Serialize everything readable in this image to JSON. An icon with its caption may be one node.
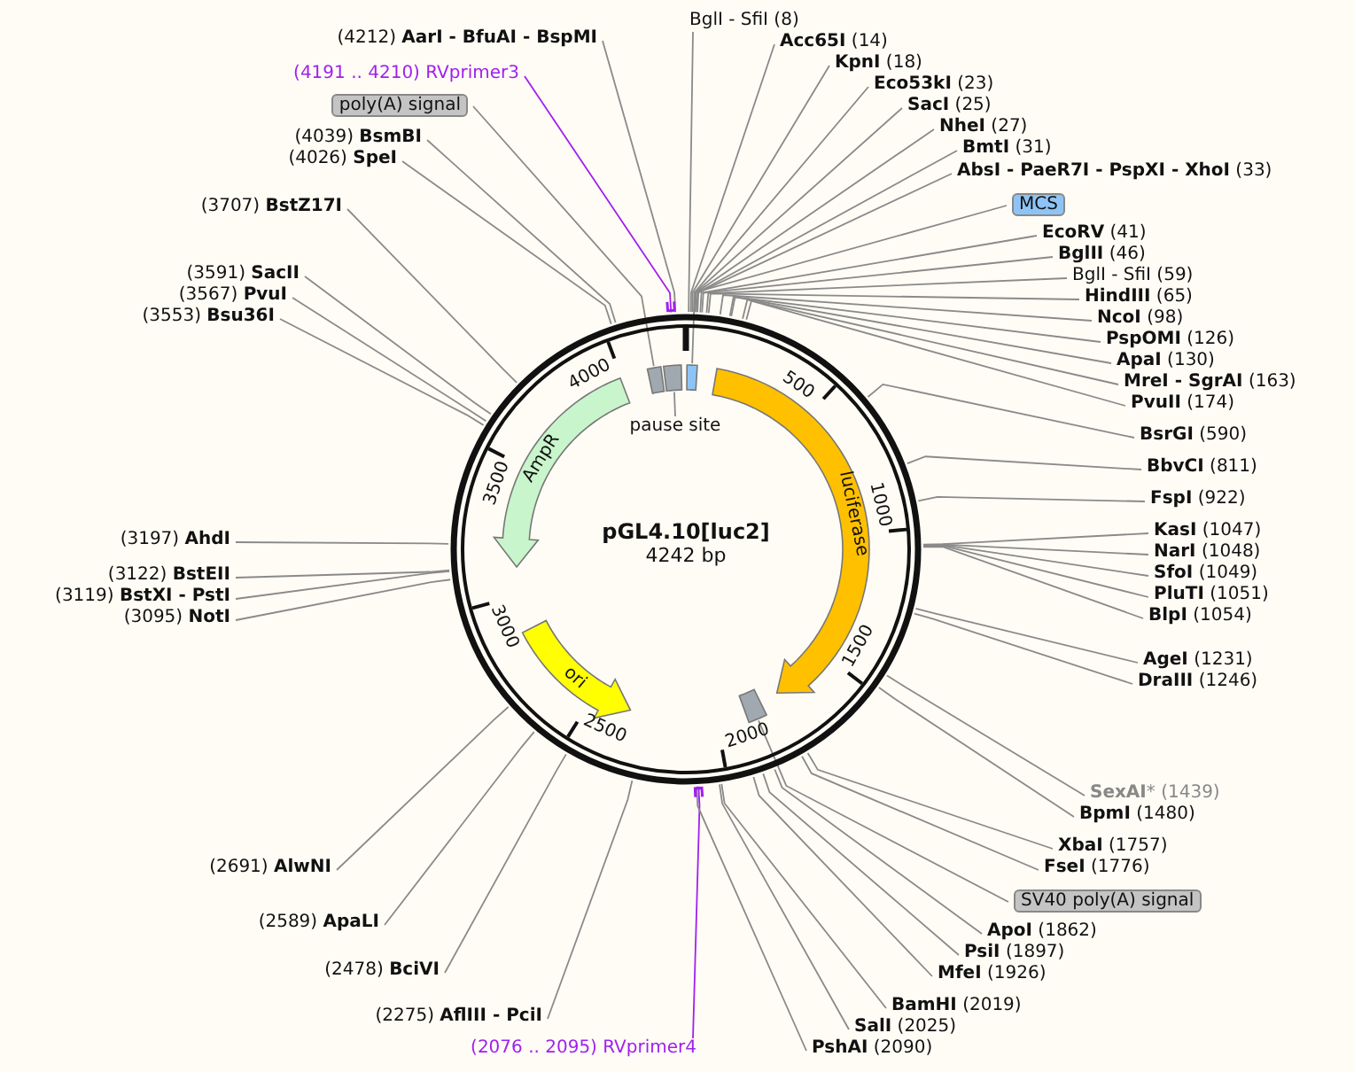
{
  "diagram": {
    "nodes": [
      {
        "text": [
          "(4212) **AarI - BfuAI - BspMI**"
        ]
      },
      {
        "text": [
          "(4191 .. 4210) RVprimer3"
        ]
      },
      {
        "text": [
          "poly(A) signal"
        ]
      },
      {
        "text": [
          "(4039) **BsmBI**"
        ]
      },
      {
        "text": [
          "(4026) **SpeI**"
        ]
      },
      {
        "text": [
          "(3707) **BstZ17I**"
        ]
      },
      {
        "text": [
          "(3591) **SacII**"
        ]
      },
      {
        "text": [
          "(3567) **PvuI**"
        ]
      },
      {
        "text": [
          "(3553) **Bsu36I**"
        ]
      },
      {
        "text": [
          "(3197) **AhdI**"
        ]
      },
      {
        "text": [
          "(3122) **BstEII**"
        ]
      },
      {
        "text": [
          "(3119) **BstXI - PstI**"
        ]
      },
      {
        "text": [
          "(3095) **NotI**"
        ]
      },
      {
        "text": [
          "(2691) **AlwNI**"
        ]
      },
      {
        "text": [
          "(2589) **ApaLI**"
        ]
      },
      {
        "text": [
          "(2478) **BciVI**"
        ]
      },
      {
        "text": [
          "(2275) **AflIII - PciI**"
        ]
      },
      {
        "text": [
          "(2076 .. 2095) RVprimer4"
        ]
      },
      {
        "text": [
          "BglI - SfiI (8)"
        ]
      },
      {
        "text": [
          "**Acc65I** (14)"
        ]
      },
      {
        "text": [
          "**KpnI** (18)"
        ]
      },
      {
        "text": [
          "**Eco53kI** (23)"
        ]
      },
      {
        "text": [
          "**SacI** (25)"
        ]
      },
      {
        "text": [
          "**NheI** (27)"
        ]
      },
      {
        "text": [
          "**BmtI** (31)"
        ]
      },
      {
        "text": [
          "**AbsI - PaeR7I - PspXI - XhoI** (33)"
        ]
      },
      {
        "text": [
          "MCS"
        ]
      },
      {
        "text": [
          "**EcoRV** (41)"
        ]
      },
      {
        "text": [
          "**BglII** (46)"
        ]
      },
      {
        "text": [
          "BglI - SfiI (59)"
        ]
      },
      {
        "text": [
          "**HindIII** (65)"
        ]
      },
      {
        "text": [
          "**NcoI** (98)"
        ]
      },
      {
        "text": [
          "**PspOMI** (126)"
        ]
      },
      {
        "text": [
          "**ApaI** (130)"
        ]
      },
      {
        "text": [
          "**MreI - SgrAI** (163)"
        ]
      },
      {
        "text": [
          "**PvuII** (174)"
        ]
      },
      {
        "text": [
          "**BsrGI** (590)"
        ]
      },
      {
        "text": [
          "**BbvCI** (811)"
        ]
      },
      {
        "text": [
          "**FspI** (922)"
        ]
      },
      {
        "text": [
          "**KasI** (1047)"
        ]
      },
      {
        "text": [
          "**NarI** (1048)"
        ]
      },
      {
        "text": [
          "**SfoI** (1049)"
        ]
      },
      {
        "text": [
          "**PluTI** (1051)"
        ]
      },
      {
        "text": [
          "**BlpI** (1054)"
        ]
      },
      {
        "text": [
          "**AgeI** (1231)"
        ]
      },
      {
        "text": [
          "**DraIII** (1246)"
        ]
      },
      {
        "text": [
          "**SexAI*** (1439)"
        ]
      },
      {
        "text": [
          "**BpmI** (1480)"
        ]
      },
      {
        "text": [
          "**XbaI** (1757)"
        ]
      },
      {
        "text": [
          "**FseI** (1776)"
        ]
      },
      {
        "text": [
          "SV40 poly(A) signal"
        ]
      },
      {
        "text": [
          "**ApoI** (1862)"
        ]
      },
      {
        "text": [
          "**PsiI** (1897)"
        ]
      },
      {
        "text": [
          "**MfeI** (1926)"
        ]
      },
      {
        "text": [
          "**BamHI** (2019)"
        ]
      },
      {
        "text": [
          "**SalI** (2025)"
        ]
      },
      {
        "text": [
          "**PshAI** (2090)"
        ]
      },
      {
        "text": [
          "AmpR"
        ]
      },
      {
        "text": [
          "luciferase"
        ]
      },
      {
        "text": [
          "ori"
        ]
      },
      {
        "text": [
          "pause site"
        ]
      },
      {
        "text": [],
        "shape": "box"
      },
      {
        "text": [],
        "shape": "box"
      },
      {
        "text": [],
        "shape": "box"
      },
      {
        "text": [],
        "shape": "box"
      }
    ],
    "edges": [
      {
        "from": 0,
        "to": null,
        "arrow": "none"
      },
      {
        "from": 1,
        "to": null,
        "arrow": "none",
        "color": "#a020f0"
      },
      {
        "from": 2,
        "to": 61,
        "arrow": "none"
      },
      {
        "from": 3,
        "to": null,
        "arrow": "none"
      },
      {
        "from": 4,
        "to": null,
        "arrow": "none"
      },
      {
        "from": 5,
        "to": null,
        "arrow": "none"
      },
      {
        "from": 6,
        "to": null,
        "arrow": "none"
      },
      {
        "from": 7,
        "to": null,
        "arrow": "none"
      },
      {
        "from": 8,
        "to": null,
        "arrow": "none"
      },
      {
        "from": 9,
        "to": null,
        "arrow": "none"
      },
      {
        "from": 10,
        "to": null,
        "arrow": "none"
      },
      {
        "from": 11,
        "to": null,
        "arrow": "none"
      },
      {
        "from": 12,
        "to": null,
        "arrow": "none"
      },
      {
        "from": 13,
        "to": null,
        "arrow": "none"
      },
      {
        "from": 14,
        "to": null,
        "arrow": "none"
      },
      {
        "from": 15,
        "to": null,
        "arrow": "none"
      },
      {
        "from": 16,
        "to": null,
        "arrow": "none"
      },
      {
        "from": 17,
        "to": null,
        "arrow": "none",
        "color": "#a020f0"
      },
      {
        "from": 18,
        "to": null,
        "arrow": "none"
      },
      {
        "from": 19,
        "to": null,
        "arrow": "none"
      },
      {
        "from": 20,
        "to": null,
        "arrow": "none"
      },
      {
        "from": 21,
        "to": null,
        "arrow": "none"
      },
      {
        "from": 22,
        "to": null,
        "arrow": "none"
      },
      {
        "from": 23,
        "to": null,
        "arrow": "none"
      },
      {
        "from": 24,
        "to": null,
        "arrow": "none"
      },
      {
        "from": 25,
        "to": null,
        "arrow": "none"
      },
      {
        "from": 26,
        "to": 63,
        "arrow": "none"
      },
      {
        "from": 27,
        "to": null,
        "arrow": "none"
      },
      {
        "from": 28,
        "to": null,
        "arrow": "none"
      },
      {
        "from": 29,
        "to": null,
        "arrow": "none"
      },
      {
        "from": 30,
        "to": null,
        "arrow": "none"
      },
      {
        "from": 31,
        "to": null,
        "arrow": "none"
      },
      {
        "from": 32,
        "to": null,
        "arrow": "none"
      },
      {
        "from": 33,
        "to": null,
        "arrow": "none"
      },
      {
        "from": 34,
        "to": null,
        "arrow": "none"
      },
      {
        "from": 35,
        "to": null,
        "arrow": "none"
      },
      {
        "from": 36,
        "to": null,
        "arrow": "none"
      },
      {
        "from": 37,
        "to": null,
        "arrow": "none"
      },
      {
        "from": 38,
        "to": null,
        "arrow": "none"
      },
      {
        "from": 39,
        "to": null,
        "arrow": "none"
      },
      {
        "from": 40,
        "to": null,
        "arrow": "none"
      },
      {
        "from": 41,
        "to": null,
        "arrow": "none"
      },
      {
        "from": 42,
        "to": null,
        "arrow": "none"
      },
      {
        "from": 43,
        "to": null,
        "arrow": "none"
      },
      {
        "from": 44,
        "to": null,
        "arrow": "none"
      },
      {
        "from": 45,
        "to": null,
        "arrow": "none"
      },
      {
        "from": 46,
        "to": null,
        "arrow": "none"
      },
      {
        "from": 47,
        "to": null,
        "arrow": "none"
      },
      {
        "from": 48,
        "to": null,
        "arrow": "none"
      },
      {
        "from": 49,
        "to": null,
        "arrow": "none"
      },
      {
        "from": 50,
        "to": 64,
        "arrow": "none"
      },
      {
        "from": 51,
        "to": null,
        "arrow": "none"
      },
      {
        "from": 52,
        "to": null,
        "arrow": "none"
      },
      {
        "from": 53,
        "to": null,
        "arrow": "none"
      },
      {
        "from": 54,
        "to": null,
        "arrow": "none"
      },
      {
        "from": 55,
        "to": null,
        "arrow": "none"
      },
      {
        "from": 56,
        "to": null,
        "arrow": "none"
      },
      {
        "from": 60,
        "to": 62,
        "arrow": "none"
      }
    ],
    "labels": [
      "pGL4.10[luc2]",
      "4242 bp",
      "500",
      "1000",
      "1500",
      "2000",
      "2500",
      "3000",
      "3500",
      "4000"
    ]
  }
}
